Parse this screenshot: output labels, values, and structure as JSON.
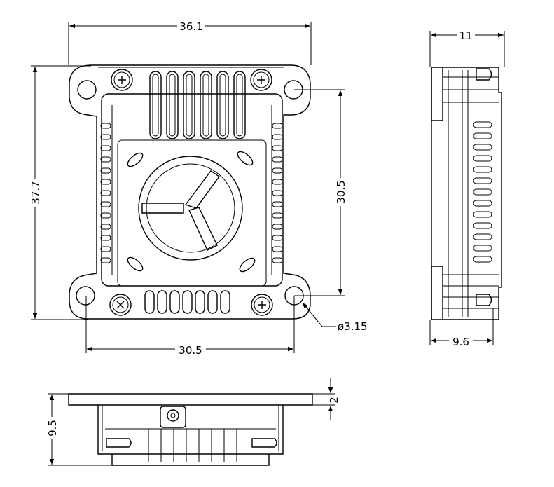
{
  "dimensions": {
    "top_width": "36.1",
    "height": "37.7",
    "hole_vertical": "30.5",
    "hole_horizontal": "30.5",
    "hole_diameter": "ø3.15",
    "side_top": "11",
    "side_bottom": "9.6",
    "bottom_height": "9.5",
    "plate_thickness": "2"
  }
}
